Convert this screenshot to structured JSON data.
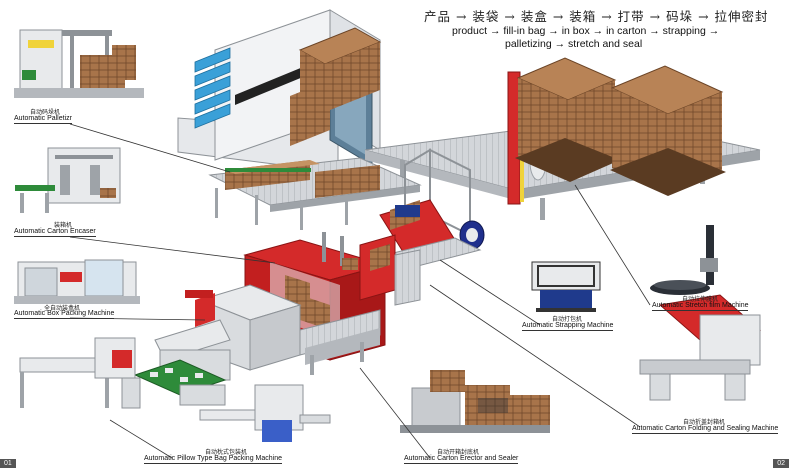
{
  "flow": {
    "cn": "产品 → 装袋 → 装盒 → 装箱 → 打带 → 码垛 → 拉伸密封",
    "en_line1": "product → fill-in bag → in box → in carton → strapping →",
    "en_line2": "palletizing → stretch and seal"
  },
  "machines": [
    {
      "cn": "自动码垛机",
      "en": "Automatic Palletizr"
    },
    {
      "cn": "装箱机",
      "en": "Automatic Carton Encaser"
    },
    {
      "cn": "全自动装盒机",
      "en": "Automatic Box Packing Machine"
    },
    {
      "cn": "自动打包机",
      "en": "Automatic Strapping Machine"
    },
    {
      "cn": "自动拉伸膜机",
      "en": "Automatic Stretch film Machine"
    },
    {
      "cn": "自动折盖封箱机",
      "en": "Automatic Carton Folding and Sealing Machine"
    },
    {
      "cn": "自动开箱封底机",
      "en": "Automatic Carton Erector and Sealer"
    },
    {
      "cn": "自动枕式包装机",
      "en": "Automatic Pillow Type Bag Packing Machine"
    }
  ],
  "page_left": "01",
  "page_right": "02",
  "colors": {
    "machine_red": "#d42a2a",
    "conveyor_grey": "#c9ccd0",
    "carton": "#a8744a",
    "pallet_blue": "#3aa0d8",
    "frame_white": "#eef0f2"
  }
}
